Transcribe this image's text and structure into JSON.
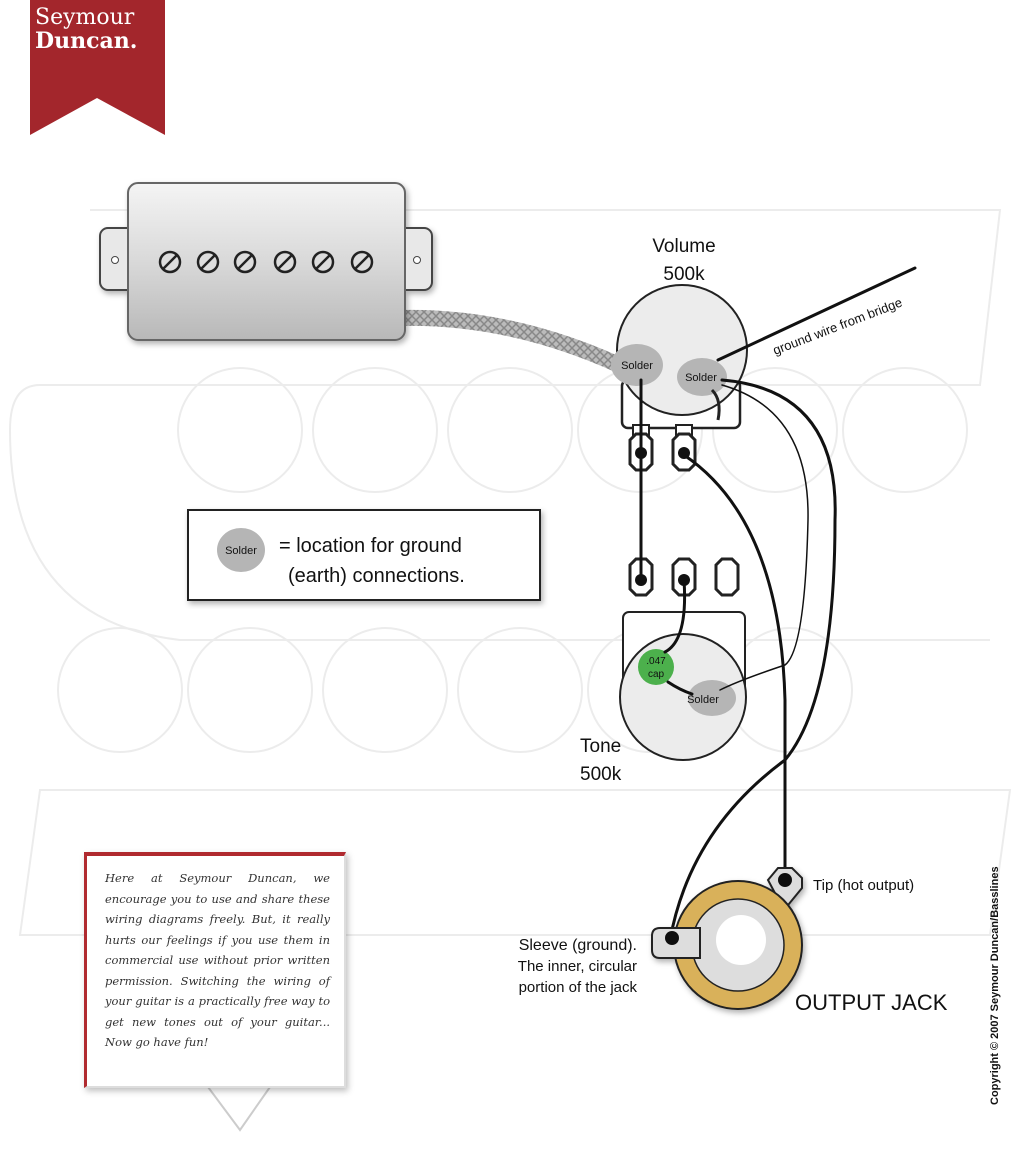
{
  "logo": {
    "line1": "Seymour",
    "line2": "Duncan.",
    "color": "#a3262c"
  },
  "volume_pot": {
    "name": "Volume",
    "value": "500k",
    "solder_left": "Solder",
    "solder_right": "Solder"
  },
  "tone_pot": {
    "name": "Tone",
    "value": "500k",
    "cap_line1": ".047",
    "cap_line2": "cap",
    "solder": "Solder"
  },
  "ground_wire_label": "ground wire from bridge",
  "legend": {
    "blob": "Solder",
    "line1": "= location for ground",
    "line2": "(earth) connections."
  },
  "jack": {
    "title": "OUTPUT JACK",
    "tip": "Tip (hot output)",
    "sleeve_line1": "Sleeve (ground).",
    "sleeve_line2": "The inner, circular",
    "sleeve_line3": "portion of the jack"
  },
  "note": "Here at Seymour Duncan, we encourage you to use and share these wiring diagrams freely. But, it really hurts our feelings if you use them in commercial use without prior written permission. Switching the wiring of your guitar is a practically free way to get new tones out of your guitar... Now go have fun!",
  "copyright": "Copyright © 2007 Seymour Duncan/Basslines"
}
